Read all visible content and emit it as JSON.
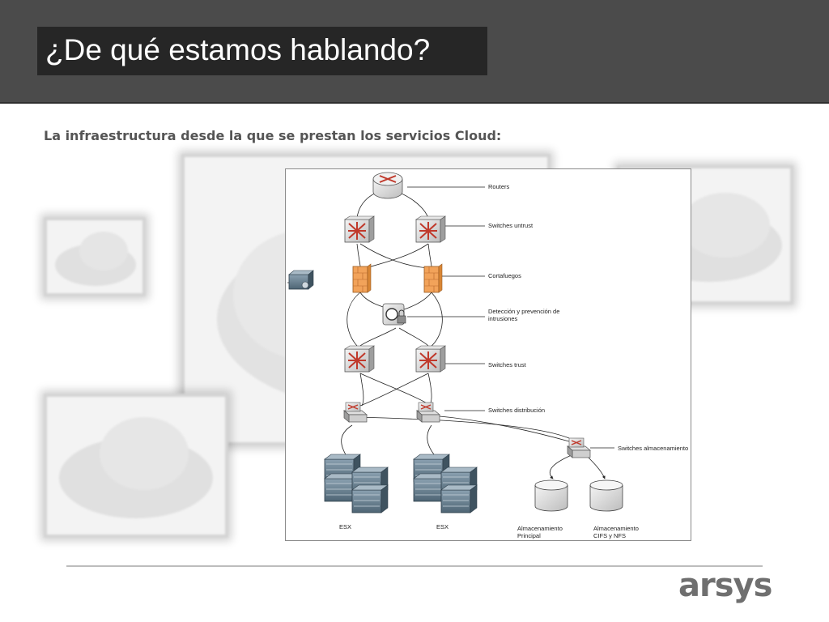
{
  "slide": {
    "title": "¿De qué estamos hablando?",
    "subtitle": "La infraestructura desde la que se prestan los servicios Cloud:",
    "logo_text": "arsys"
  },
  "diagram": {
    "labels": {
      "routers": "Routers",
      "switches_untrust": "Switches untrust",
      "cortafuegos": "Cortafuegos",
      "ids_line1": "Detección y prevención de",
      "ids_line2": "intrusiones",
      "switches_trust": "Switches trust",
      "switches_distribucion": "Switches distribución",
      "switches_almacenamiento": "Switches almacenamiento",
      "esx_left": "ESX",
      "esx_right": "ESX",
      "storage_principal_line1": "Almacenamiento",
      "storage_principal_line2": "Principal",
      "storage_cifs_line1": "Almacenamiento",
      "storage_cifs_line2": "CIFS y NFS"
    }
  },
  "colors": {
    "topbar": "#4b4b4b",
    "title_box": "#262626",
    "firewall": "#f2a35a",
    "device_arrow": "#c0392b",
    "server": "#6b8496"
  }
}
